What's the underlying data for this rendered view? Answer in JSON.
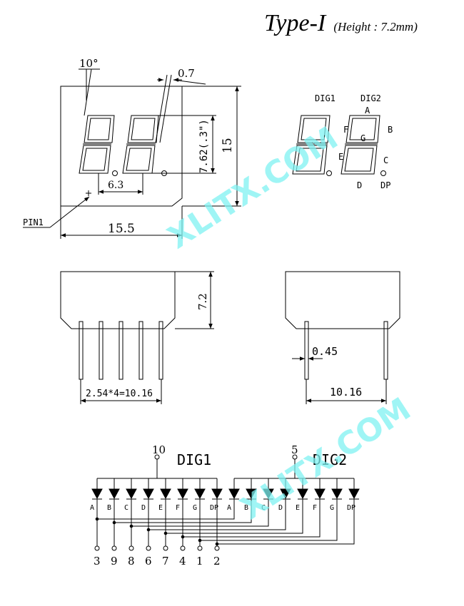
{
  "title": {
    "main": "Type-I",
    "sub": "(Height : 7.2mm)"
  },
  "watermark": "XLITX.COM",
  "front_view": {
    "angle": "10°",
    "seg_width": "0.7",
    "digit_height": "7.62(.3\")",
    "height": "15",
    "pitch": "6.3",
    "width": "15.5",
    "pin1_label": "PIN1"
  },
  "segment_map": {
    "dig1": "DIG1",
    "dig2": "DIG2",
    "a": "A",
    "b": "B",
    "c": "C",
    "d": "D",
    "e": "E",
    "f": "F",
    "g": "G",
    "dp": "DP"
  },
  "side_view": {
    "thickness": "7.2",
    "pin_pitch": "2.54*4=10.16"
  },
  "end_view": {
    "pin_dia": "0.45",
    "row_spacing": "10.16"
  },
  "schematic": {
    "dig1_label": "DIG1",
    "dig2_label": "DIG2",
    "dig1_pin": "10",
    "dig2_pin": "5",
    "segments": [
      "A",
      "B",
      "C",
      "D",
      "E",
      "F",
      "G",
      "DP"
    ],
    "pins": [
      "3",
      "9",
      "8",
      "6",
      "7",
      "4",
      "1",
      "2"
    ]
  },
  "colors": {
    "line": "#000000",
    "watermark": "#7ff2f2"
  }
}
